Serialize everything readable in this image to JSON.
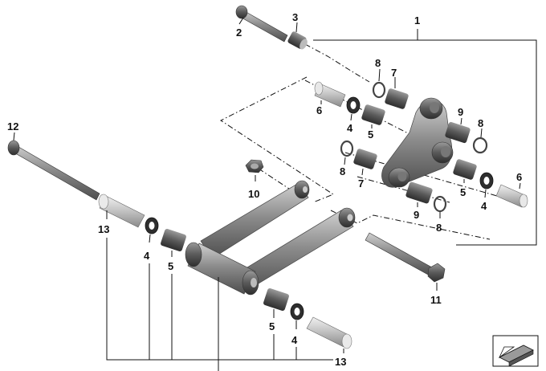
{
  "diagram": {
    "callouts": {
      "c1": "1",
      "c2": "2",
      "c3": "3",
      "c4a": "4",
      "c4b": "4",
      "c4c": "4",
      "c4d": "4",
      "c5a": "5",
      "c5b": "5",
      "c5c": "5",
      "c5d": "5",
      "c6a": "6",
      "c6b": "6",
      "c7a": "7",
      "c7b": "7",
      "c8a": "8",
      "c8b": "8",
      "c8c": "8",
      "c8d": "8",
      "c9a": "9",
      "c9b": "9",
      "c10": "10",
      "c11": "11",
      "c12": "12",
      "c13a": "13",
      "c13b": "13"
    },
    "colors": {
      "part_dark": "#5c5c5c",
      "part_mid": "#8a8a8a",
      "part_light": "#c4c4c4",
      "line": "#111111"
    }
  }
}
